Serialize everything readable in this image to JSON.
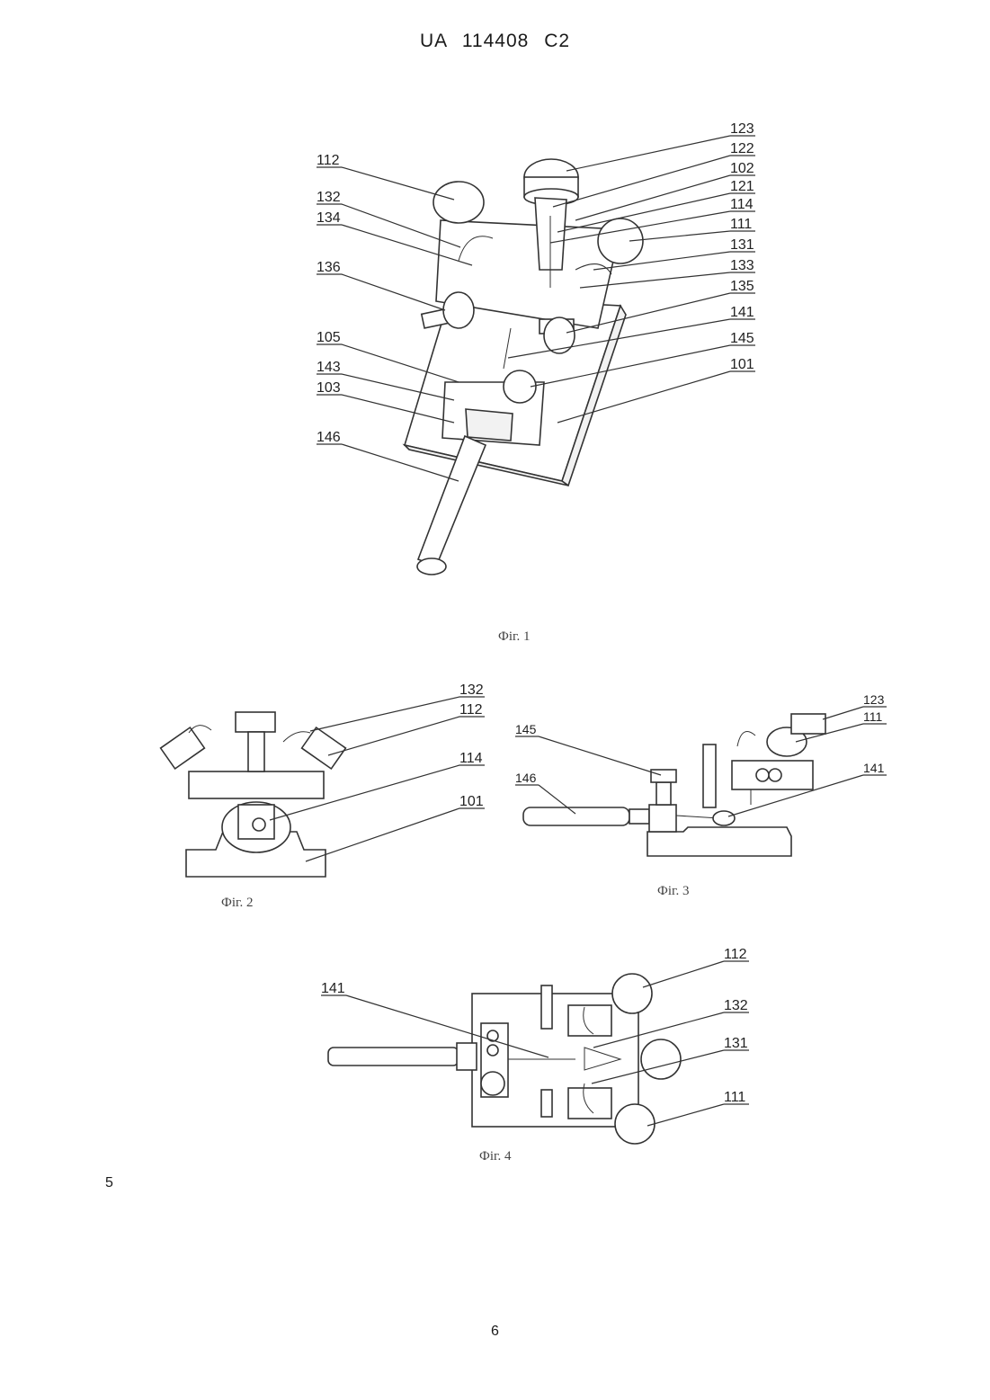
{
  "header": {
    "office": "UA",
    "number": "114408",
    "kind": "C2"
  },
  "line_number": "5",
  "page_number": "6",
  "figures": {
    "fig1": {
      "caption": "Фіг. 1",
      "labels_left": [
        "112",
        "132",
        "134",
        "136",
        "105",
        "143",
        "103",
        "146"
      ],
      "labels_right": [
        "123",
        "122",
        "102",
        "121",
        "114",
        "111",
        "131",
        "133",
        "135",
        "141",
        "145",
        "101"
      ]
    },
    "fig2": {
      "caption": "Фіг. 2",
      "labels": [
        "132",
        "112",
        "114",
        "101"
      ]
    },
    "fig3": {
      "caption": "Фіг. 3",
      "labels": [
        "123",
        "111",
        "145",
        "146",
        "141"
      ]
    },
    "fig4": {
      "caption": "Фіг. 4",
      "labels": [
        "112",
        "141",
        "132",
        "131",
        "111"
      ]
    }
  }
}
